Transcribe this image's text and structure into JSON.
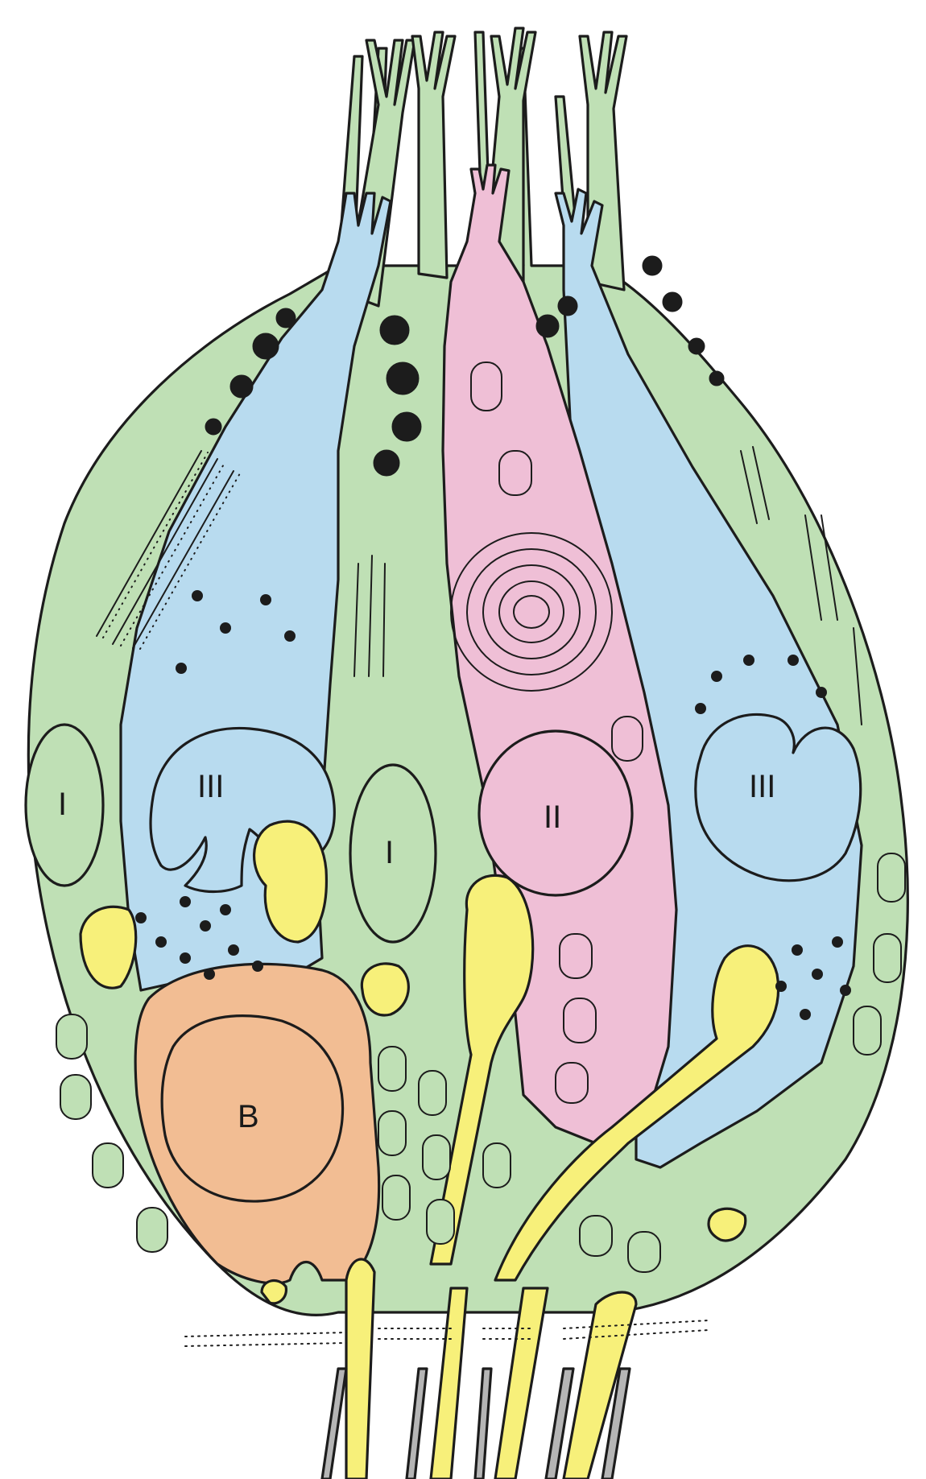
{
  "labels": {
    "type_i_left": "I",
    "type_i_center": "I",
    "type_ii": "II",
    "type_iii_left": "III",
    "type_iii_right": "III",
    "basal_cell": "B"
  },
  "colors": {
    "type_i_supporting": "#bfe0b5",
    "type_ii": "#efbfd6",
    "type_iii": "#b8dbef",
    "basal": "#f2bd93",
    "nerve_endings": "#f7f07a",
    "axon_sheath": "#b5b5b5",
    "outline": "#1c1c1c"
  }
}
